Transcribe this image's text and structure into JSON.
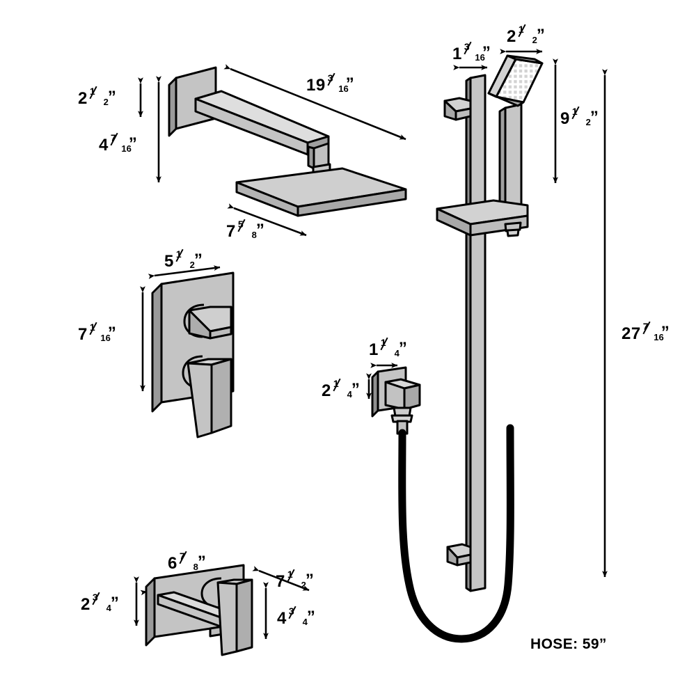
{
  "document": {
    "type": "product-dimension-diagram",
    "subject": "Shower system specification drawing",
    "background_color": "#ffffff",
    "line_color": "#000000",
    "fill_color": "#c8c8c8",
    "fill_color_dark": "#9a9a9a",
    "fill_color_light": "#e2e2e2"
  },
  "components": [
    {
      "id": "shower-arm-and-head",
      "name": "Wall mount shower arm with square rain shower head"
    },
    {
      "id": "valve-trim",
      "name": "Pressure balance valve trim with diverter"
    },
    {
      "id": "tub-spout",
      "name": "Wall mount tub spout with diverter handle"
    },
    {
      "id": "hand-shower-slide-bar",
      "name": "Hand shower on slide bar with hose"
    },
    {
      "id": "water-outlet",
      "name": "Wall supply elbow / water outlet"
    }
  ],
  "dimensions": {
    "arm_rise": {
      "whole": "2",
      "num": "1",
      "den": "2",
      "mark": "”",
      "full": "2 1/2”"
    },
    "arm_drop": {
      "whole": "4",
      "num": "7",
      "den": "16",
      "mark": "”",
      "full": "4 7/16”"
    },
    "arm_length": {
      "whole": "19",
      "num": "3",
      "den": "16",
      "mark": "”",
      "full": "19 3/16”"
    },
    "head_width": {
      "whole": "7",
      "num": "5",
      "den": "8",
      "mark": "”",
      "full": "7 5/8”"
    },
    "valve_width": {
      "whole": "5",
      "num": "1",
      "den": "2",
      "mark": "”",
      "full": "5 1/2”"
    },
    "valve_height": {
      "whole": "7",
      "num": "1",
      "den": "16",
      "mark": "”",
      "full": "7 1/16”"
    },
    "spout_width": {
      "whole": "6",
      "num": "7",
      "den": "8",
      "mark": "”",
      "full": "6 7/8”"
    },
    "spout_plate_height": {
      "whole": "2",
      "num": "3",
      "den": "4",
      "mark": "”",
      "full": "2 3/4”"
    },
    "spout_projection": {
      "whole": "7",
      "num": "1",
      "den": "2",
      "mark": "”",
      "full": "7 1/2”"
    },
    "spout_drop": {
      "whole": "4",
      "num": "3",
      "den": "4",
      "mark": "”",
      "full": "4 3/4”"
    },
    "bar_width": {
      "whole": "1",
      "num": "3",
      "den": "16",
      "mark": "”",
      "full": "1 3/16”"
    },
    "handshower_width": {
      "whole": "2",
      "num": "1",
      "den": "2",
      "mark": "”",
      "full": "2 1/2”"
    },
    "handshower_length": {
      "whole": "9",
      "num": "1",
      "den": "2",
      "mark": "”",
      "full": "9 1/2”"
    },
    "bar_total_height": {
      "whole": "27",
      "num": "7",
      "den": "16",
      "mark": "”",
      "full": "27 7/16”"
    },
    "outlet_width": {
      "whole": "1",
      "num": "1",
      "den": "4",
      "mark": "”",
      "full": "1 1/4”"
    },
    "outlet_height": {
      "whole": "2",
      "num": "1",
      "den": "4",
      "mark": "”",
      "full": "2 1/4”"
    }
  },
  "labels": {
    "hose": "HOSE: 59”"
  }
}
